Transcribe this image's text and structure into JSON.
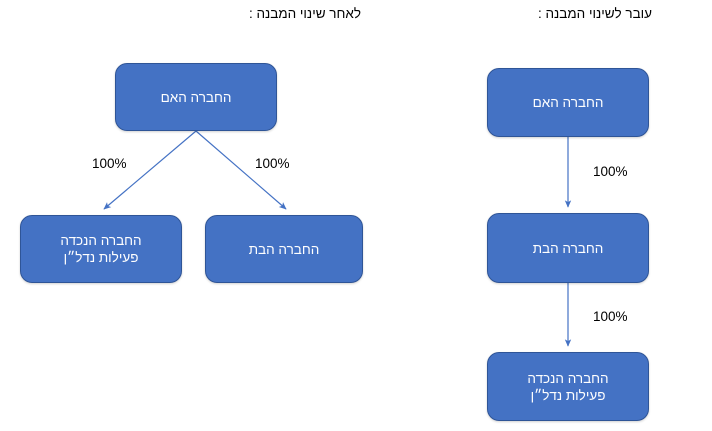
{
  "diagram": {
    "background_color": "#ffffff",
    "node_fill_color": "#4472C4",
    "node_border_color": "#2F5597",
    "node_text_color": "#ffffff",
    "edge_color": "#4472C4",
    "label_text_color": "#000000"
  },
  "after": {
    "title": "לאחר שינוי המבנה :",
    "nodes": {
      "parent": "החברה האם",
      "grandchild": "החברה הנכדה\nפעילות נדל״ן",
      "subsidiary": "החברה הבת"
    },
    "edges": {
      "parent_to_grandchild": "100%",
      "parent_to_subsidiary": "100%"
    }
  },
  "before": {
    "title": "עובר לשינוי המבנה :",
    "nodes": {
      "parent": "החברה האם",
      "subsidiary": "החברה הבת",
      "grandchild": "החברה הנכדה\nפעילות נדל״ן"
    },
    "edges": {
      "parent_to_subsidiary": "100%",
      "subsidiary_to_grandchild": "100%"
    }
  }
}
